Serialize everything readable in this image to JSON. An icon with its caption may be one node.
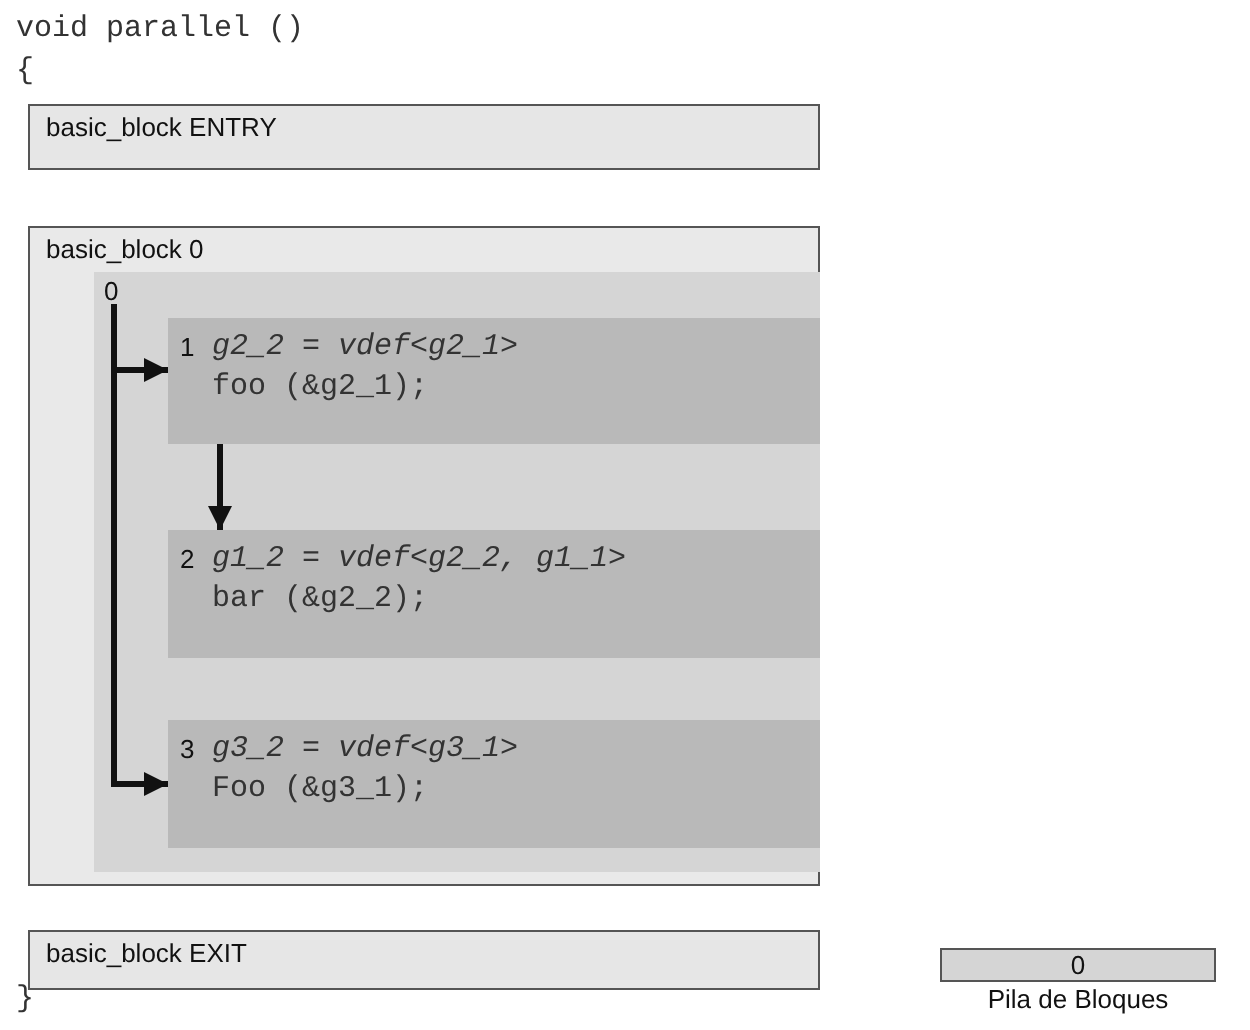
{
  "diagram": {
    "title": "void parallel ()",
    "nodes": [
      {
        "text": [
          "basic_block ENTRY"
        ]
      },
      {
        "text": [
          "basic_block 0"
        ]
      },
      {
        "text": [
          "0"
        ],
        "in": 1
      },
      {
        "text": [
          "1",
          "g2_2 = vdef<g2_1>",
          "foo (&g2_1);"
        ],
        "in": 2
      },
      {
        "text": [
          "2",
          "g1_2 = vdef<g2_2, g1_1>",
          "bar (&g2_2);"
        ],
        "in": 2
      },
      {
        "text": [
          "3",
          "g3_2 = vdef<g3_1>",
          "Foo (&g3_1);"
        ],
        "in": 2
      },
      {
        "text": [
          "basic_block EXIT"
        ]
      },
      {
        "text": [
          "0"
        ],
        "beside": [
          "Pila de Bloques"
        ]
      }
    ],
    "edges": [
      {
        "from": 2,
        "to": 3,
        "arrow": "to"
      },
      {
        "from": 3,
        "to": 4,
        "arrow": "to"
      },
      {
        "from": 2,
        "to": 5,
        "arrow": "to"
      }
    ],
    "labels": [
      "{",
      "}"
    ]
  }
}
